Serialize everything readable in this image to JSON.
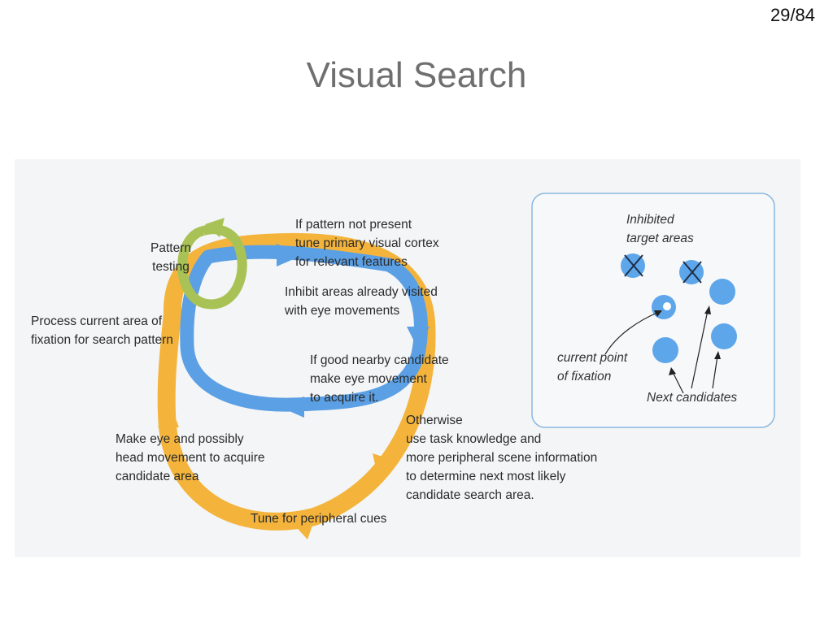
{
  "slide": {
    "page_number": "29/84",
    "title": "Visual Search"
  },
  "colors": {
    "orange_loop": "#f4b43c",
    "blue_loop": "#5b9fe4",
    "green_loop": "#a9c256",
    "dot_fill": "#5ea6ea",
    "inset_border": "#8ab8e0"
  },
  "labels": {
    "pattern_testing": "Pattern\ntesting",
    "pattern_not_present": "If pattern not present\ntune primary visual cortex\nfor relevant features",
    "inhibit_areas": "Inhibit areas already visited\nwith eye movements",
    "process_current": "Process current area of\nfixation for search pattern",
    "good_candidate": "If good nearby candidate\nmake eye movement\nto acquire it.",
    "otherwise": "Otherwise\nuse task knowledge and\nmore peripheral scene information\nto determine next most likely\ncandidate search area.",
    "make_eye_movement": "Make eye and possibly\nhead movement to acquire\ncandidate area",
    "tune_peripheral": "Tune for peripheral cues"
  },
  "inset": {
    "inhibited": "Inhibited\ntarget areas",
    "current_point": "current point\nof fixation",
    "next_candidates": "Next candidates"
  }
}
